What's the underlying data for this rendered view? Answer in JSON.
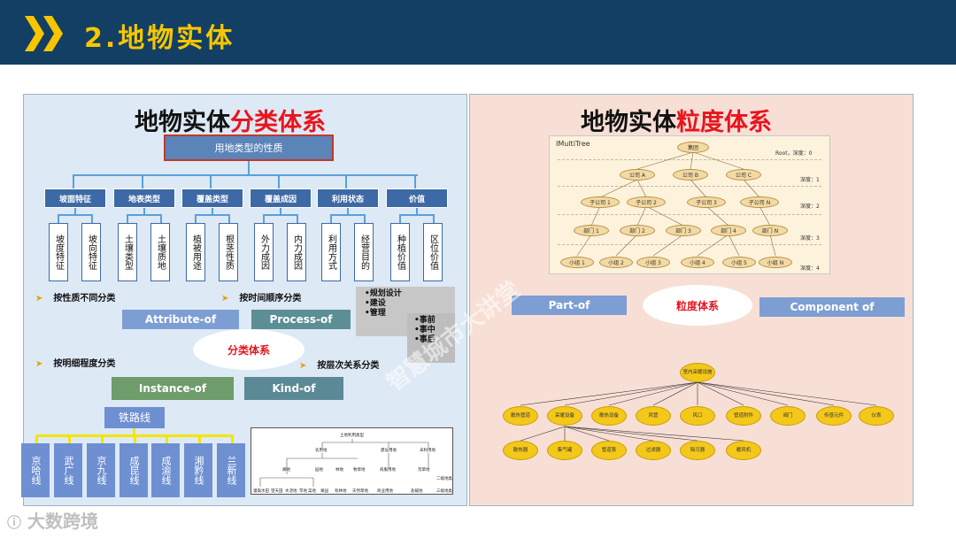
{
  "header": {
    "title": "2.地物实体",
    "bg_color": "#123f63",
    "accent_color": "#f7c600",
    "chevron_icon": "double-chevron-right-icon"
  },
  "left": {
    "title_black": "地物实体",
    "title_red": "分类体系",
    "root": "用地类型的性质",
    "categories": [
      {
        "label": "坡面特征",
        "leaves": [
          "坡度特征",
          "坡向特征"
        ]
      },
      {
        "label": "地表类型",
        "leaves": [
          "土壤类型",
          "土壤质地"
        ]
      },
      {
        "label": "覆盖类型",
        "leaves": [
          "植被用途",
          "根茎性质"
        ]
      },
      {
        "label": "覆盖成因",
        "leaves": [
          "外力成因",
          "内力成因"
        ]
      },
      {
        "label": "利用状态",
        "leaves": [
          "利用方式",
          "经营目的"
        ]
      },
      {
        "label": "价值",
        "leaves": [
          "种植价值",
          "区位价值"
        ]
      }
    ],
    "bullets": [
      "按性质不同分类",
      "按时间顺序分类",
      "按明细程度分类",
      "按层次关系分类"
    ],
    "tags": [
      "Attribute-of",
      "Process-of",
      "Instance-of",
      "Kind-of"
    ],
    "center_oval": "分类体系",
    "process_items_a": [
      "•规划设计",
      "•建设",
      "•管理"
    ],
    "process_items_b": [
      "•事前",
      "•事中",
      "•事后"
    ],
    "railway_root": "铁路线",
    "railways": [
      "京哈线",
      "武广线",
      "京九线",
      "成昆线",
      "成渝线",
      "湘黔线",
      "兰新线"
    ],
    "land_tree": {
      "root": "土地利用类型",
      "level1": [
        "农用地",
        "建设用地",
        "未利用地"
      ],
      "level2": [
        "耕地",
        "园地",
        "林地",
        "牧草地",
        "…",
        "商服用地",
        "…",
        "荒草地",
        "…",
        "二级地类"
      ],
      "level3": [
        "灌溉水田",
        "望天田",
        "水浇地",
        "旱地",
        "菜地",
        "果园",
        "…",
        "有林地",
        "…",
        "天然草地",
        "…",
        "商业用地",
        "…",
        "盐碱地",
        "…",
        "三级地类"
      ]
    }
  },
  "right": {
    "title_black": "地物实体",
    "title_red": "粒度体系",
    "multitree": {
      "label": "IMultiTree",
      "root": "集团",
      "companies": [
        "公司 A",
        "公司 B",
        "公司 C"
      ],
      "subcompanies": [
        "子公司 1",
        "子公司 2",
        "子公司 3",
        "子公司 N"
      ],
      "departments": [
        "部门 1",
        "部门 2",
        "部门 3",
        "部门 4",
        "部门 N"
      ],
      "groups": [
        "小组 1",
        "小组 2",
        "小组 3",
        "小组 4",
        "小组 5",
        "小组 N"
      ],
      "depths": [
        "Root，深度：0",
        "深度：1",
        "深度：2",
        "深度：3",
        "深度：4"
      ]
    },
    "part_of": "Part-of",
    "component_of": "Component of",
    "oval": "粒度体系",
    "bottom_tree": {
      "root": "室内采暖设施",
      "level1": [
        "散热管道",
        "采暖设备",
        "散热设备",
        "风管",
        "风口",
        "管道附件",
        "阀门",
        "传感元件",
        "仪表"
      ],
      "level2": [
        "散热器",
        "集气罐",
        "管道泵",
        "过滤器",
        "除污器",
        "暖风机"
      ]
    }
  },
  "watermark": {
    "logo": "大数跨境",
    "diag": "智慧城市大讲堂"
  }
}
